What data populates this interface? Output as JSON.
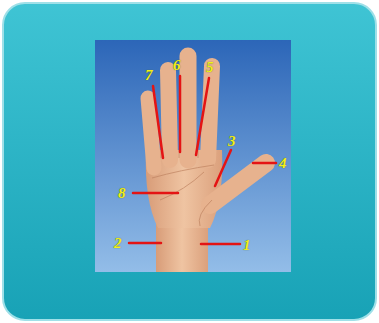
{
  "diagram": {
    "labels": [
      "7",
      "6",
      "5",
      "3",
      "4",
      "8",
      "2",
      "1"
    ]
  }
}
